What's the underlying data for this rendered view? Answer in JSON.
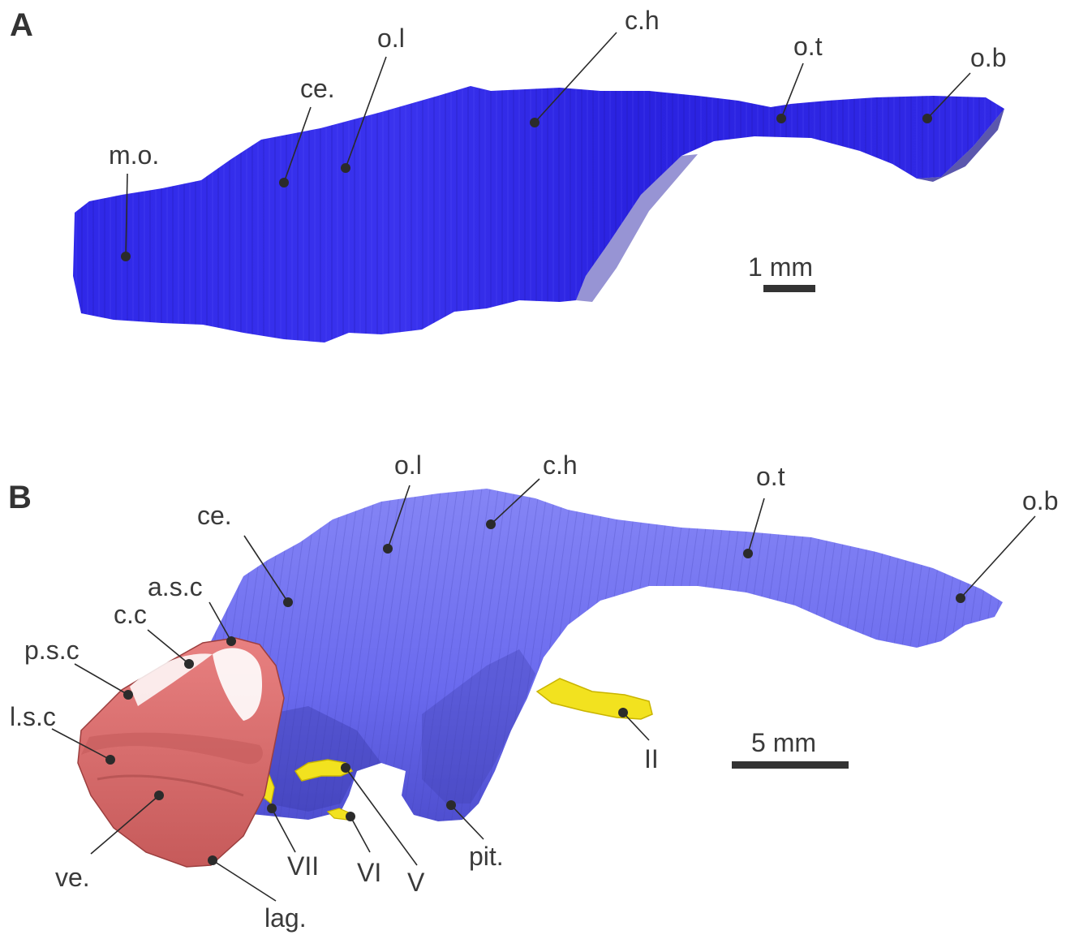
{
  "figure": {
    "colors": {
      "endocast_a": "#2a22e6",
      "endocast_a_shade": "#1e18b8",
      "endocast_b": "#6f6ff0",
      "endocast_b_shade": "#4d4dc4",
      "inner_ear": "#e07070",
      "inner_ear_shade": "#b84d4d",
      "nerves": "#f0e020",
      "label_text": "#3a3a3a",
      "scale_bar": "#333333"
    },
    "panel_a": {
      "letter": "A",
      "scale_label": "1 mm",
      "labels": {
        "mo": "m.o.",
        "ce": "ce.",
        "ol": "o.l",
        "ch": "c.h",
        "ot": "o.t",
        "ob": "o.b"
      }
    },
    "panel_b": {
      "letter": "B",
      "scale_label": "5 mm",
      "labels": {
        "ce": "ce.",
        "ol": "o.l",
        "ch": "c.h",
        "ot": "o.t",
        "ob": "o.b",
        "asc": "a.s.c",
        "cc": "c.c",
        "psc": "p.s.c",
        "lsc": "l.s.c",
        "ve": "ve.",
        "lag": "lag.",
        "vii": "VII",
        "vi": "VI",
        "v": "V",
        "pit": "pit.",
        "ii": "II"
      }
    }
  }
}
